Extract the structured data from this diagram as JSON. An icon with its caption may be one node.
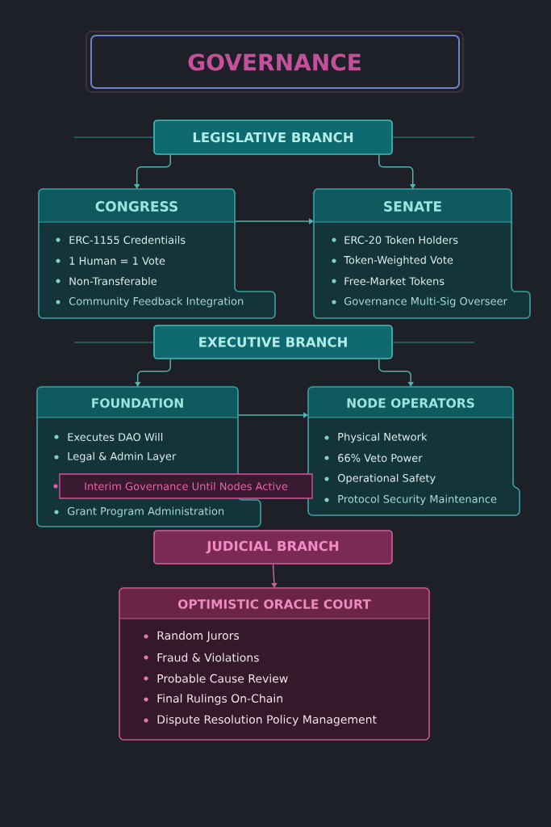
{
  "diagram": {
    "title": "GOVERNANCE",
    "nodes": [
      {
        "text": [
          "LEGISLATIVE BRANCH"
        ]
      },
      {
        "text": [
          "CONGRESS",
          "ERC-1155 Credentiails",
          "1 Human = 1 Vote",
          "Non-Transferable",
          "Community Feedback Integration"
        ]
      },
      {
        "text": [
          "SENATE",
          "ERC-20 Token Holders",
          "Token-Weighted Vote",
          "Free-Market Tokens",
          "Governance Multi-Sig Overseer"
        ]
      },
      {
        "text": [
          "EXECUTIVE BRANCH"
        ]
      },
      {
        "text": [
          "FOUNDATION",
          "Executes DAO Will",
          "Legal & Admin Layer",
          "Grant Program Administration"
        ]
      },
      {
        "text": [
          "NODE OPERATORS",
          "Physical Network",
          "66% Veto Power",
          "Operational Safety",
          "Protocol Security Maintenance"
        ]
      },
      {
        "text": [
          "Interim Governance Until Nodes Active"
        ]
      },
      {
        "text": [
          "JUDICIAL BRANCH"
        ]
      },
      {
        "text": [
          "OPTIMISTIC ORACLE COURT",
          "Random Jurors",
          "Fraud & Violations",
          "Probable Cause Review",
          "Final Rulings On-Chain",
          "Dispute Resolution Policy Management"
        ]
      }
    ],
    "edges": [
      {
        "from": 0,
        "to": 1,
        "arrow": "to"
      },
      {
        "from": 0,
        "to": 2,
        "arrow": "to"
      },
      {
        "from": 1,
        "to": 2,
        "arrow": "to"
      },
      {
        "from": 3,
        "to": 4,
        "arrow": "to"
      },
      {
        "from": 3,
        "to": 5,
        "arrow": "to"
      },
      {
        "from": 4,
        "to": 5,
        "arrow": "to"
      },
      {
        "from": 7,
        "to": 8,
        "arrow": "to",
        "color": "#c8609a"
      }
    ]
  }
}
